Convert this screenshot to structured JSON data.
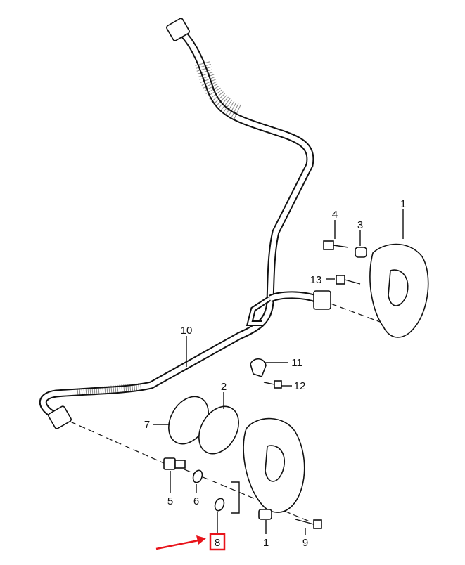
{
  "diagram": {
    "highlight_color": "#e8141b",
    "highlighted_part": "8",
    "labels": {
      "tank_upper": "1",
      "ring_2": "2",
      "spacer_3": "3",
      "bolt_4": "4",
      "fitting_5": "5",
      "washer_6": "6",
      "ring_7": "7",
      "washer_8": "8",
      "bolt_9": "9",
      "pipe_10": "10",
      "clamp_11": "11",
      "bolt_12": "12",
      "bolt_13": "13",
      "tank_lower": "1"
    }
  }
}
